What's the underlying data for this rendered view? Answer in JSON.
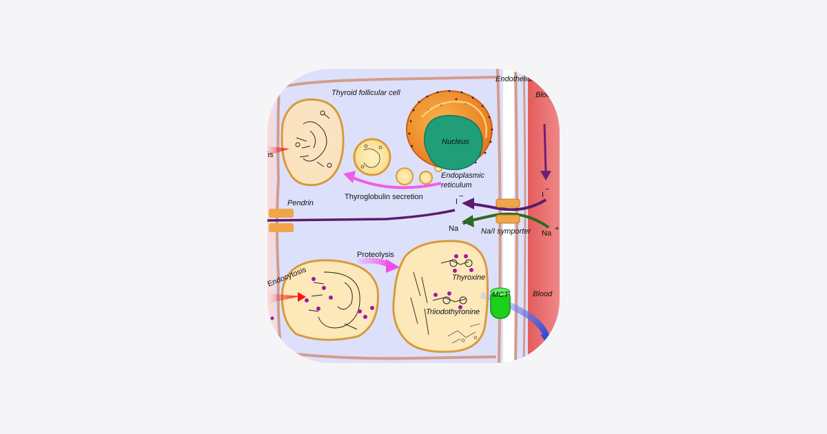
{
  "labels": {
    "thyroid_follicular_cell": "Thyroid follicular cell",
    "endothelium": "Endothelium",
    "blood_top": "Blood",
    "blood_mid": "Blood",
    "nucleus": "Nucleus",
    "endoplasmic_reticulum_line1": "Endoplasmic",
    "endoplasmic_reticulum_line2": "reticulum",
    "thyroglobulin_secretion": "Thyroglobulin secretion",
    "exocytosis_fragment": "sis",
    "pendrin": "Pendrin",
    "iodide_cell": "I",
    "iodide_blood": "I",
    "iodide_charge": "−",
    "sodium_cell": "Na",
    "sodium_blood": "Na",
    "sodium_charge": "+",
    "symporter": "Na/I symporter",
    "proteolysis": "Proteolysis",
    "endocytosis": "Endocytosis",
    "thyroxine": "Thyroxine",
    "triiodothyronine": "Triiodothyronine",
    "mct": "MCT"
  },
  "colors": {
    "cytoplasm": "#dde0fa",
    "lumen": "#f7dbdb",
    "blood": "#ec7373",
    "membrane": "#d49c8c",
    "vesicle": "#fde39a",
    "vesicle_edge": "#d79a3c",
    "nucleus": "#1f9e78",
    "er": "#f39a2c",
    "secretion_arrow": "#ee5ce8",
    "iodide_arrow": "#5b1a6e",
    "sodium_arrow": "#2b6a1f",
    "t3_arrow": "#2e4fd8",
    "pendrin": "#f0a54a",
    "mct": "#1bd11b"
  }
}
